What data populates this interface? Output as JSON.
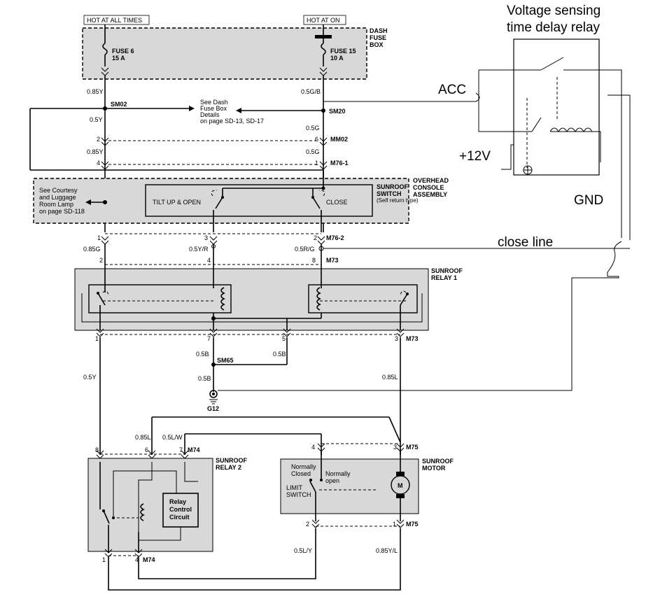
{
  "hot_at_all_times": "HOT AT ALL TIMES",
  "hot_at_on": "HOT AT ON",
  "dash_fuse_box": [
    "DASH",
    "FUSE",
    "BOX"
  ],
  "fuse6": [
    "FUSE 6",
    "15 A"
  ],
  "fuse15": [
    "FUSE 15",
    "10 A"
  ],
  "wire_085y": "0.85Y",
  "wire_05gb": "0.5G/B",
  "sm02": "SM02",
  "sm20": "SM20",
  "see_dash": [
    "See Dash",
    "Fuse Box",
    "Details",
    "on page SD-13, SD-17"
  ],
  "wire_05y": "0.5Y",
  "wire_05g": "0.5G",
  "mm02": "MM02",
  "m76_1": "M76-1",
  "m76_2": "M76-2",
  "see_courtesy": [
    "See Courtesy",
    "and Luggage",
    "Room Lamp",
    "on page SD-118"
  ],
  "tilt_up_open": "TILT  UP & OPEN",
  "close": "CLOSE",
  "sunroof_switch": [
    "SUNROOF",
    "SWITCH",
    "(Self return type)"
  ],
  "overhead_console": [
    "OVERHEAD",
    "CONSOLE",
    "ASSEMBLY"
  ],
  "wire_085g": "0.85G",
  "wire_05yr": "0.5Y/R",
  "wire_05rg": "0.5R/G",
  "m73": "M73",
  "sunroof_relay1": [
    "SUNROOF",
    "RELAY 1"
  ],
  "wire_05b": "0.5B",
  "sm65": "SM65",
  "g12": "G12",
  "wire_085l": "0.85L",
  "wire_05lw": "0.5L/W",
  "m74": "M74",
  "m75": "M75",
  "sunroof_relay2": [
    "SUNROOF",
    "RELAY 2"
  ],
  "relay_control": [
    "Relay",
    "Control",
    "Circuit"
  ],
  "normally_closed": [
    "Normally",
    "Closed"
  ],
  "normally_open": [
    "Normally",
    "open"
  ],
  "limit_switch": [
    "LIMIT",
    "SWITCH"
  ],
  "motor_m": "M",
  "sunroof_motor": [
    "SUNROOF",
    "MOTOR"
  ],
  "wire_05ly": "0.5L/Y",
  "wire_085yl": "0.85Y/L",
  "pins": {
    "p1": "1",
    "p2": "2",
    "p3": "3",
    "p4": "4",
    "p5": "5",
    "p6": "6",
    "p7": "7",
    "p8": "8"
  },
  "annotations": {
    "title": [
      "Voltage sensing",
      "time delay relay"
    ],
    "acc": "ACC",
    "v12": "+12V",
    "gnd": "GND",
    "close_line": "close line"
  }
}
